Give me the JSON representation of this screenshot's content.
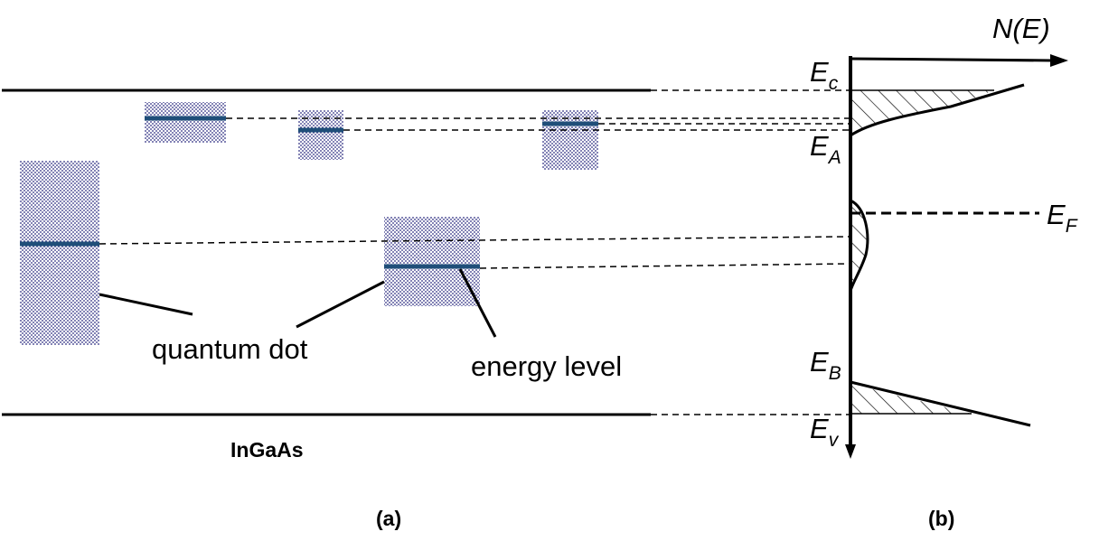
{
  "colors": {
    "level": "#1f4e79",
    "dot_fill": "#2b2b80",
    "line": "#000000",
    "background": "#ffffff"
  },
  "labels": {
    "quantum_dot": "quantum dot",
    "energy_level": "energy level",
    "material": "InGaAs",
    "panel_a": "(a)",
    "panel_b": "(b)",
    "axis_ne": "N(E)"
  },
  "energies": {
    "ec": {
      "main": "E",
      "sub": "c"
    },
    "ea": {
      "main": "E",
      "sub": "A"
    },
    "ef": {
      "main": "E",
      "sub": "F"
    },
    "eb": {
      "main": "E",
      "sub": "B"
    },
    "ev": {
      "main": "E",
      "sub": "v"
    }
  }
}
